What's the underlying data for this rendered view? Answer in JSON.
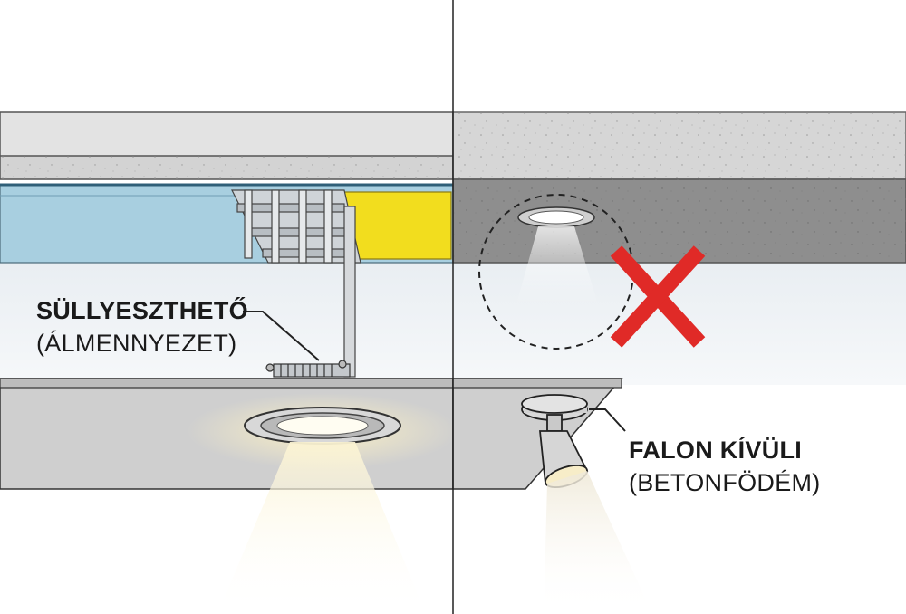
{
  "recessed_label": {
    "title": "SÜLLYESZTHETŐ",
    "subtitle": "(ÁLMENNYEZET)"
  },
  "surface_label": {
    "title": "FALON KÍVÜLI",
    "subtitle": "(BETONFÖDÉM)"
  },
  "colors": {
    "insulation": "#a8cfe0",
    "yellow_insulation": "#f2dd1e",
    "concrete_light": "#dcdcdc",
    "concrete_dark": "#8e8e8e",
    "false_ceiling": "#cfcfcf",
    "cross": "#e02a27",
    "outline": "#222222"
  },
  "icons": [
    "recessed-downlight-icon",
    "surface-spotlight-icon",
    "cross-mark-icon"
  ]
}
